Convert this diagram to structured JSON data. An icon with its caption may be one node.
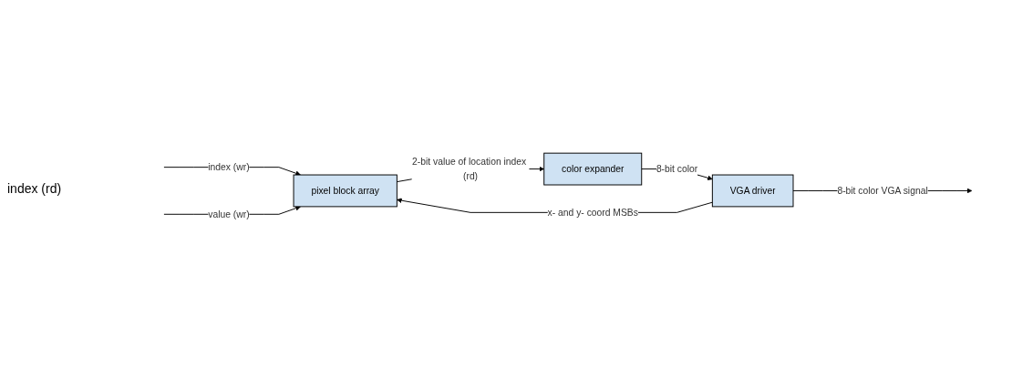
{
  "diagram": {
    "nodes": [
      {
        "text": [
          "pixel block array"
        ]
      },
      {
        "text": [
          "color expander"
        ]
      },
      {
        "text": [
          "VGA driver"
        ]
      }
    ],
    "edges": [
      {
        "from": 2,
        "to": 0,
        "arrow": "to",
        "label": "x- and y- coord MSBs"
      },
      {
        "from": null,
        "to": 0,
        "arrow": "to",
        "label": "index (wr)"
      },
      {
        "from": null,
        "to": 0,
        "arrow": "to",
        "label": "value (wr)"
      },
      {
        "from": 0,
        "to": 1,
        "arrow": "to",
        "label": "2-bit value of location index (rd)"
      },
      {
        "from": 1,
        "to": 2,
        "arrow": "to",
        "label": "8-bit color"
      },
      {
        "from": 2,
        "to": null,
        "arrow": "to",
        "label": "8-bit color VGA signal"
      }
    ],
    "labels": [
      "index (rd)"
    ]
  }
}
